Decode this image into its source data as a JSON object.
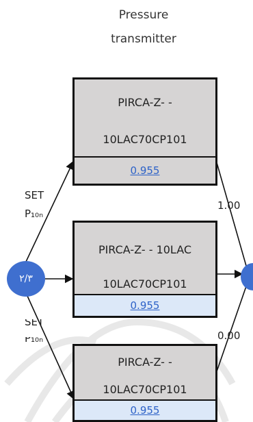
{
  "title_line1": "Pressure",
  "title_line2": "transmitter",
  "blocks": [
    {
      "line1": "PIRCA-Z- -",
      "line2": "10LAC70CP101",
      "value": "0.955"
    },
    {
      "line1": "PIRCA-Z- -  10LAC",
      "line2": "10LAC70CP101",
      "value": "0.955"
    },
    {
      "line1": "PIRCA-Z- -",
      "line2": "10LAC70CP101",
      "value": "0.955"
    }
  ],
  "left_node_label": "۲/۳",
  "set_label_top": "SET",
  "p_label_top": "P₁₀ₙ",
  "set_label_bottom": "SET",
  "p_label_bottom": "P₁₀ₙ",
  "weight_top": "1.00",
  "weight_bottom": "0.00",
  "colors": {
    "node": "#3f6fcf",
    "box_fill": "#d6d4d4",
    "value_text": "#2d62c8"
  }
}
